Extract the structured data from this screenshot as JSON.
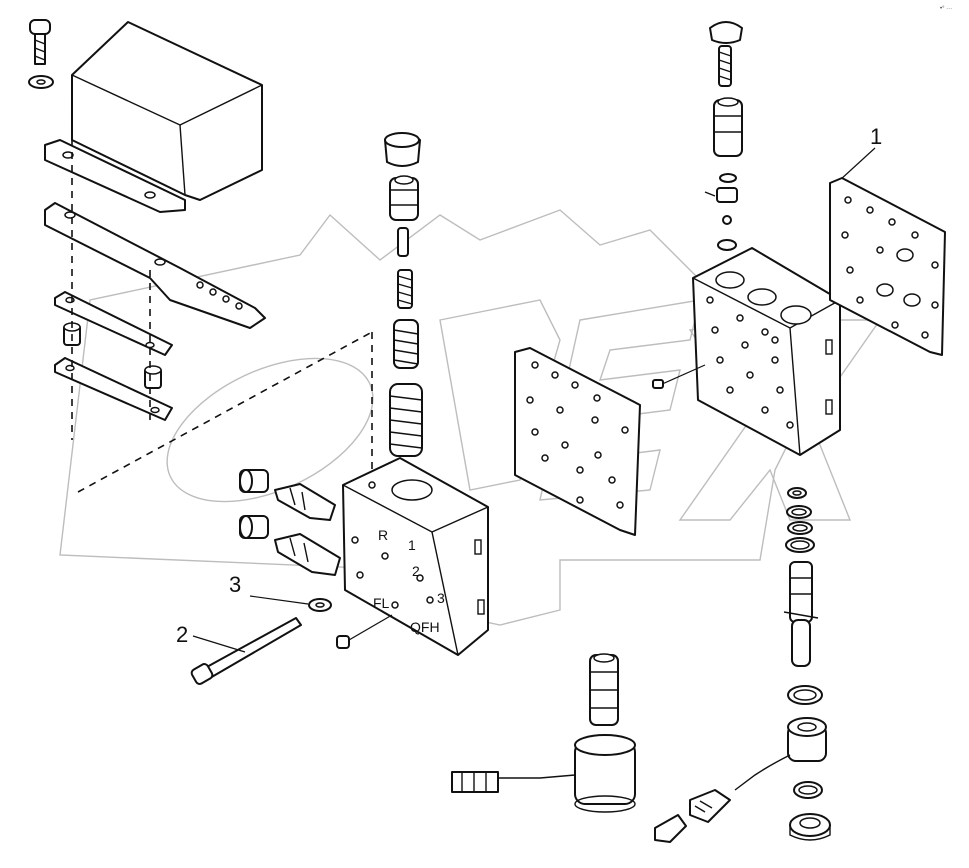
{
  "callouts": {
    "c1": "1",
    "c2": "2",
    "c3": "3"
  },
  "block_marks": {
    "r": "R",
    "one": "1",
    "two": "2",
    "three": "3",
    "fl": "FL",
    "qfh": "QFH"
  },
  "corner_mark": "•° ···",
  "watermark_text": "OREX"
}
